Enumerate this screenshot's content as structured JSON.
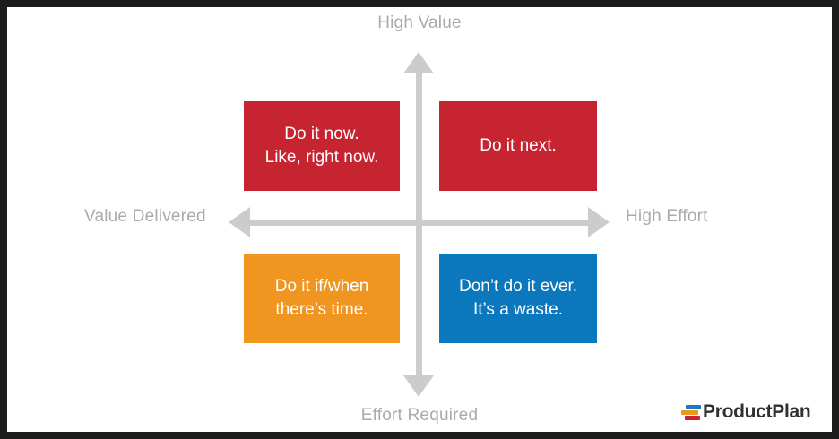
{
  "diagram": {
    "type": "2x2-prioritization-matrix",
    "title_visible": false,
    "axes": {
      "top_label": "High Value",
      "bottom_label": "Effort Required",
      "left_label": "Value Delivered",
      "right_label": "High Effort",
      "arrow_color": "#cccccc",
      "label_color": "#aaaaaa"
    },
    "quadrants": [
      {
        "position": "top-left",
        "line1": "Do it now.",
        "line2": "Like, right now.",
        "color": "#c62430",
        "meaning": "high value / low effort"
      },
      {
        "position": "top-right",
        "line1": "Do it next.",
        "line2": "",
        "color": "#c62430",
        "meaning": "high value / high effort"
      },
      {
        "position": "bottom-left",
        "line1": "Do it if/when",
        "line2": "there’s time.",
        "color": "#f0951f",
        "meaning": "low value / low effort"
      },
      {
        "position": "bottom-right",
        "line1": "Don’t do it ever.",
        "line2": "It’s a waste.",
        "color": "#0b77bc",
        "meaning": "low value / high effort"
      }
    ]
  },
  "logo": {
    "text": "ProductPlan",
    "mark_colors": {
      "top": "#1b79bd",
      "middle": "#f0951f",
      "bottom": "#c62430"
    },
    "text_color": "#33302e"
  },
  "frame": {
    "border_color": "#1c1c1c",
    "background": "#ffffff"
  }
}
